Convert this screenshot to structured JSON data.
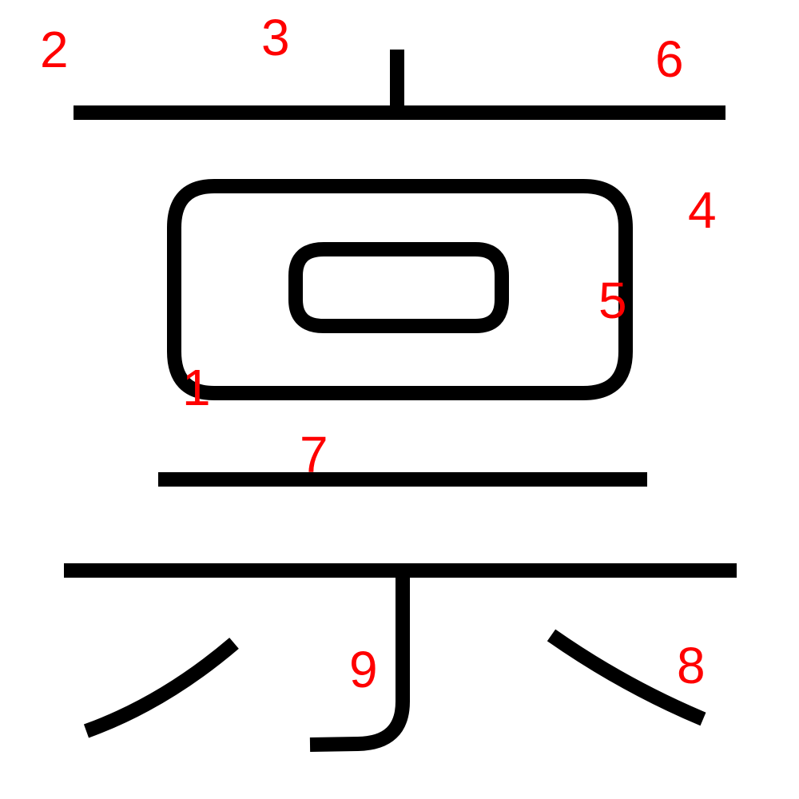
{
  "diagram": {
    "character": "禀",
    "colors": {
      "stroke": "#000000",
      "label": "#ff0000",
      "background": "#ffffff"
    },
    "labels": [
      "1",
      "2",
      "3",
      "4",
      "5",
      "6",
      "7",
      "8",
      "9"
    ]
  }
}
